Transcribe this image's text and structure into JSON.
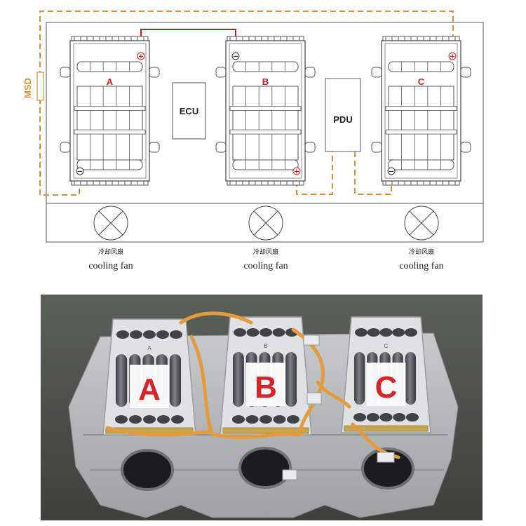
{
  "diagram": {
    "msd_label": "MSD",
    "ecu_label": "ECU",
    "pdu_label": "PDU",
    "modules": [
      {
        "label": "A",
        "positive": "+",
        "negative": "−"
      },
      {
        "label": "B",
        "positive": "+",
        "negative": "−"
      },
      {
        "label": "C",
        "positive": "+",
        "negative": "−"
      }
    ],
    "fans": [
      {
        "cn_label": "冷却风扇",
        "en_label": "cooling fan"
      },
      {
        "cn_label": "冷却风扇",
        "en_label": "cooling fan"
      },
      {
        "cn_label": "冷却风扇",
        "en_label": "cooling fan"
      }
    ],
    "colors": {
      "hv_cable": "#e0912c",
      "series_link": "#cc1f1f",
      "module_label": "#d42020",
      "outline": "#555555"
    }
  },
  "photo": {
    "modules": [
      {
        "label": "A",
        "stamp": "A"
      },
      {
        "label": "B",
        "stamp": "B"
      },
      {
        "label": "C",
        "stamp": "C"
      }
    ],
    "colors": {
      "label": "#d8232a",
      "background": "#4b5148",
      "tray": "#b9bcbd",
      "cable": "#e59a3e"
    }
  }
}
